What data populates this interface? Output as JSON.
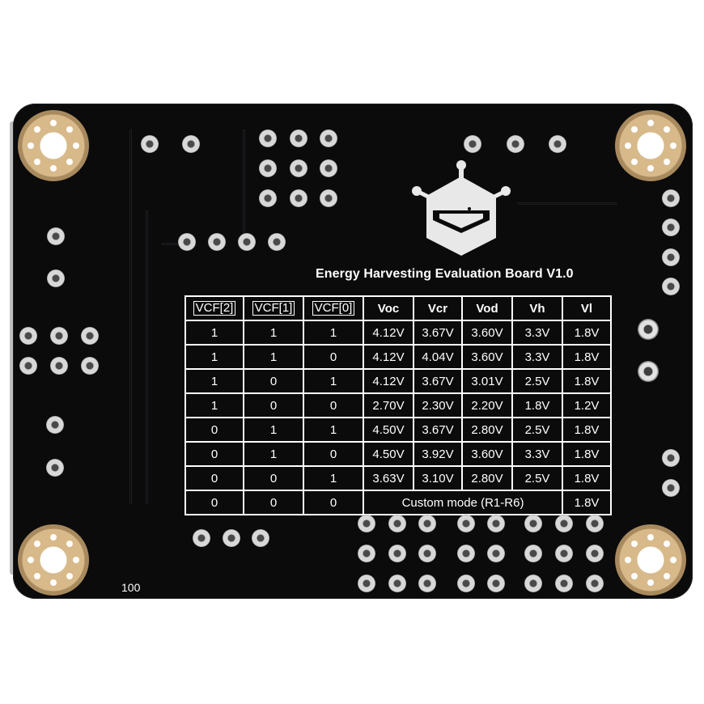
{
  "board": {
    "title": "Energy Harvesting Evaluation Board V1.0",
    "marking": "100",
    "logo_icon": "robot-head-logo"
  },
  "table": {
    "headers": [
      "VCF[2]",
      "VCF[1]",
      "VCF[0]",
      "Voc",
      "Vcr",
      "Vod",
      "Vh",
      "Vl"
    ],
    "rows": [
      [
        "1",
        "1",
        "1",
        "4.12V",
        "3.67V",
        "3.60V",
        "3.3V",
        "1.8V"
      ],
      [
        "1",
        "1",
        "0",
        "4.12V",
        "4.04V",
        "3.60V",
        "3.3V",
        "1.8V"
      ],
      [
        "1",
        "0",
        "1",
        "4.12V",
        "3.67V",
        "3.01V",
        "2.5V",
        "1.8V"
      ],
      [
        "1",
        "0",
        "0",
        "2.70V",
        "2.30V",
        "2.20V",
        "1.8V",
        "1.2V"
      ],
      [
        "0",
        "1",
        "1",
        "4.50V",
        "3.67V",
        "2.80V",
        "2.5V",
        "1.8V"
      ],
      [
        "0",
        "1",
        "0",
        "4.50V",
        "3.92V",
        "3.60V",
        "3.3V",
        "1.8V"
      ],
      [
        "0",
        "0",
        "1",
        "3.63V",
        "3.10V",
        "2.80V",
        "2.5V",
        "1.8V"
      ]
    ],
    "custom_row": {
      "vcf2": "0",
      "vcf1": "0",
      "vcf0": "0",
      "mode": "Custom mode (R1-R6)",
      "vl": "1.8V"
    }
  },
  "colors": {
    "pcb": "#0b0b0c",
    "silkscreen": "#ffffff",
    "pad": "#d8d8d8",
    "mount_ring": "#d7b98a"
  }
}
